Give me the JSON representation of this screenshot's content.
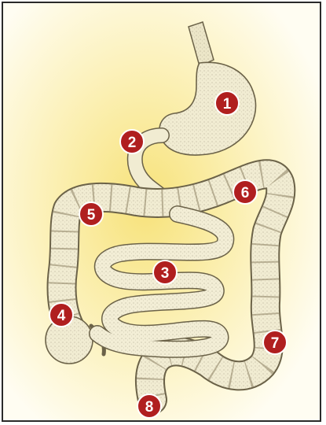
{
  "diagram": {
    "subject": "digestive-tract",
    "colors": {
      "background_light": "#fffdf2",
      "background_glow": "#f7e27a",
      "organ_fill": "#f1ecd2",
      "organ_stroke": "#6b6248",
      "marker_fill": "#b01f1f",
      "marker_border": "#ffffff",
      "frame": "#2a2a2a"
    },
    "markers": [
      {
        "label": "1",
        "organ": "stomach"
      },
      {
        "label": "2",
        "organ": "duodenum"
      },
      {
        "label": "3",
        "organ": "small-intestine"
      },
      {
        "label": "4",
        "organ": "cecum"
      },
      {
        "label": "5",
        "organ": "ascending-colon-flexure"
      },
      {
        "label": "6",
        "organ": "transverse-colon"
      },
      {
        "label": "7",
        "organ": "descending-colon"
      },
      {
        "label": "8",
        "organ": "rectum"
      }
    ]
  }
}
